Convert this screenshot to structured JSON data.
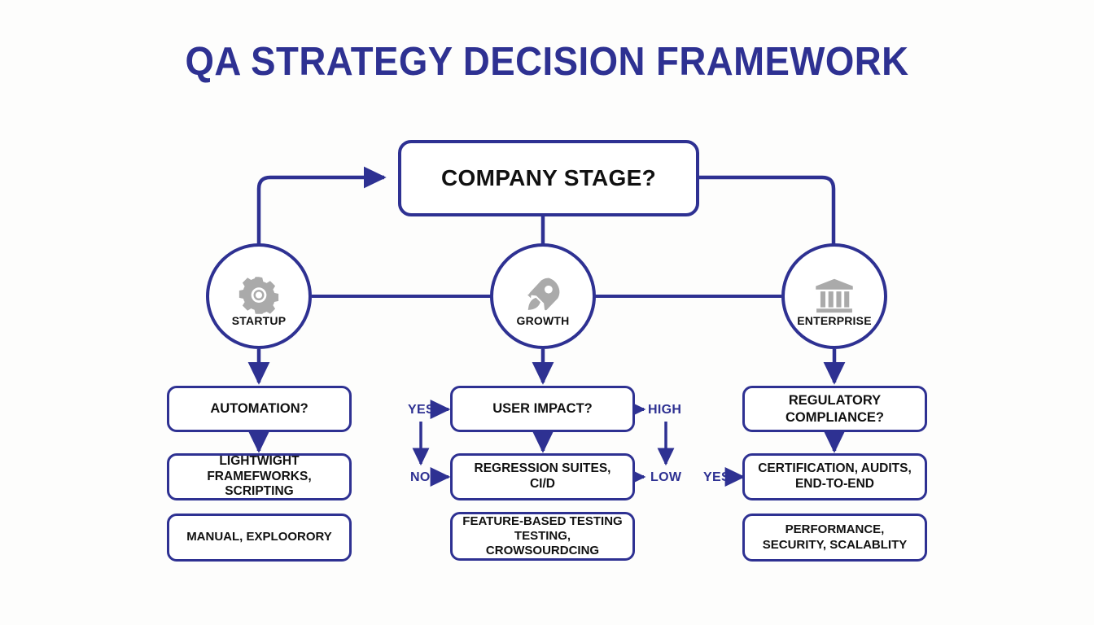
{
  "page": {
    "title": "QA STRATEGY DECISION FRAMEWORK",
    "background_color": "#fdfdfc",
    "accent_color": "#2e3192",
    "text_color": "#111111",
    "icon_color": "#aaaaaa"
  },
  "root": {
    "label": "COMPANY STAGE?"
  },
  "stages": [
    {
      "id": "startup",
      "label": "STARTUP",
      "icon": "gear-icon",
      "decision": "AUTOMATION?",
      "outcome_primary": "LIGHTWIGHT FRAMEFWORKS, SCRIPTING",
      "outcome_secondary": "MANUAL, EXPLOORORY",
      "branch_labels": []
    },
    {
      "id": "growth",
      "label": "GROWTH",
      "icon": "rocket-icon",
      "decision": "USER IMPACT?",
      "outcome_primary": "REGRESSION SUITES, CI/D",
      "outcome_secondary": "FEATURE-BASED TESTING TESTING, CROWSOURDCING",
      "branch_labels": [
        "YES",
        "NO",
        "HIGH",
        "LOW"
      ]
    },
    {
      "id": "enterprise",
      "label": "ENTERPRISE",
      "icon": "bank-icon",
      "decision": "REGULATORY COMPLIANCE?",
      "outcome_primary": "CERTIFICATION, AUDITS, END-TO-END",
      "outcome_secondary": "PERFORMANCE, SECURITY, SCALABLITY",
      "branch_labels": [
        "YES"
      ]
    }
  ],
  "edge_labels": {
    "growth_yes": "YES",
    "growth_no": "NO",
    "growth_high": "HIGH",
    "growth_low": "LOW",
    "enterprise_yes": "YES"
  },
  "box_text": {
    "startup_outcome_primary_line1": "LIGHTWIGHT FRAMEFWORKS,",
    "startup_outcome_primary_line2": "SCRIPTING",
    "growth_outcome_primary_line1": "REGRESSION SUITES,",
    "growth_outcome_primary_line2": "CI/D",
    "growth_outcome_secondary_line1": "FEATURE-BASED TESTING",
    "growth_outcome_secondary_line2": "TESTING, CROWSOURDCING",
    "enterprise_decision_line1": "REGULATORY",
    "enterprise_decision_line2": "COMPLIANCE?",
    "enterprise_outcome_primary_line1": "CERTIFICATION, AUDITS,",
    "enterprise_outcome_primary_line2": "END-TO-END",
    "enterprise_outcome_secondary_line1": "PERFORMANCE,",
    "enterprise_outcome_secondary_line2": "SECURITY, SCALABLITY"
  }
}
